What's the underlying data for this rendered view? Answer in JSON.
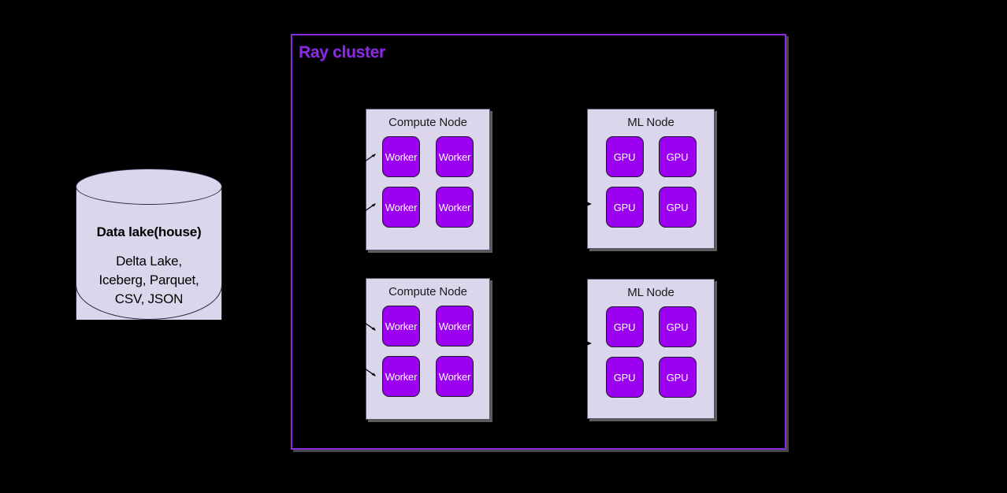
{
  "diagram": {
    "background_color": "#000000",
    "accent_color": "#8A2BE2",
    "unit_color": "#9B00F0",
    "node_fill_color": "#DCD6EC"
  },
  "datalake": {
    "title": "Data lake(house)",
    "formats": "Delta Lake,\nIceberg, Parquet,\nCSV, JSON"
  },
  "cluster": {
    "title": "Ray cluster",
    "nodes": [
      {
        "id": "compute-1",
        "title": "Compute Node",
        "units": [
          {
            "label": "Worker"
          },
          {
            "label": "Worker"
          },
          {
            "label": "Worker"
          },
          {
            "label": "Worker"
          }
        ]
      },
      {
        "id": "ml-1",
        "title": "ML Node",
        "units": [
          {
            "label": "GPU"
          },
          {
            "label": "GPU"
          },
          {
            "label": "GPU"
          },
          {
            "label": "GPU"
          }
        ]
      },
      {
        "id": "compute-2",
        "title": "Compute Node",
        "units": [
          {
            "label": "Worker"
          },
          {
            "label": "Worker"
          },
          {
            "label": "Worker"
          },
          {
            "label": "Worker"
          }
        ]
      },
      {
        "id": "ml-2",
        "title": "ML Node",
        "units": [
          {
            "label": "GPU"
          },
          {
            "label": "GPU"
          },
          {
            "label": "GPU"
          },
          {
            "label": "GPU"
          }
        ]
      }
    ]
  }
}
